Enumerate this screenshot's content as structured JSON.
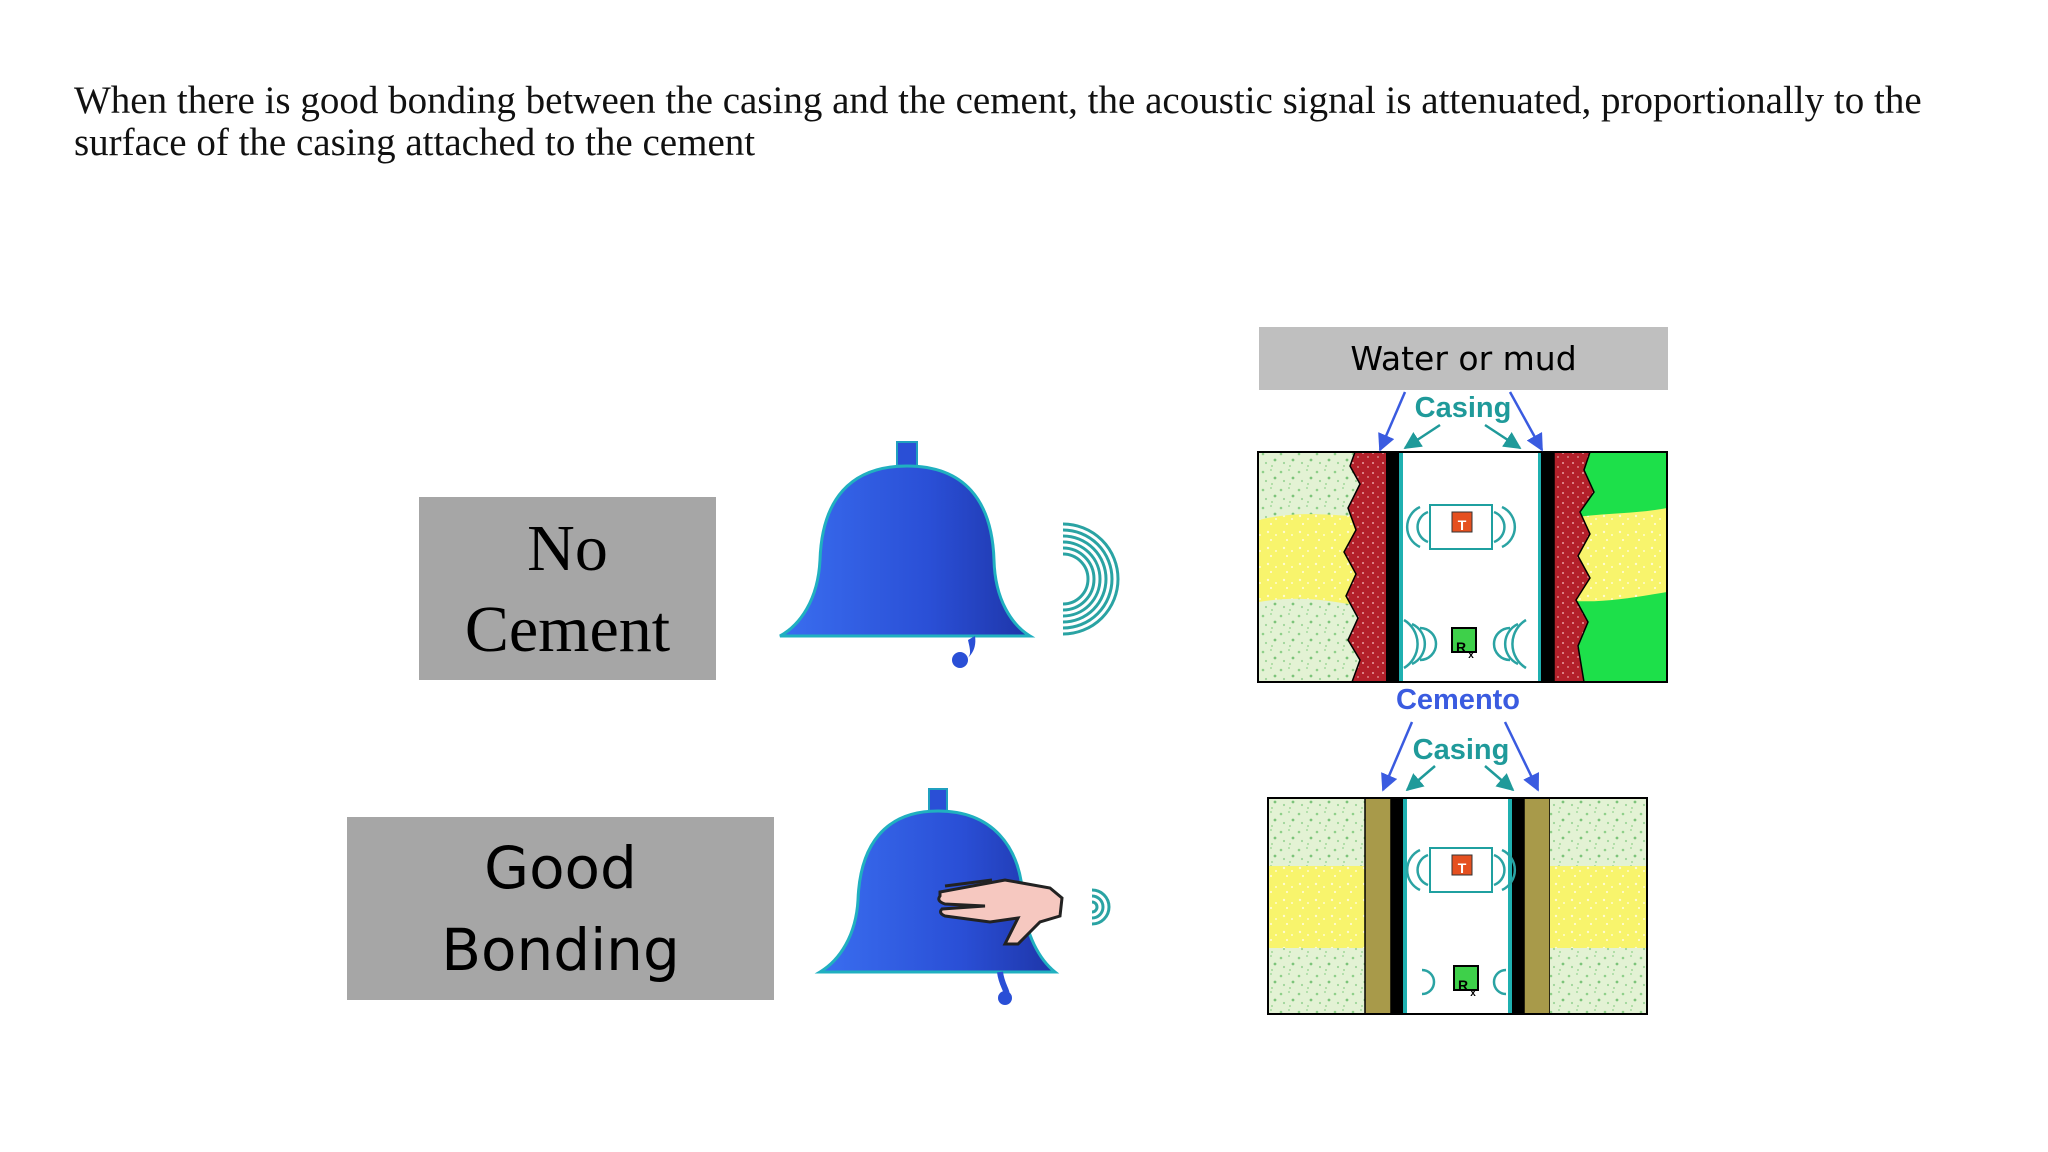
{
  "caption": "When there is good bonding between the casing and the cement, the acoustic signal is attenuated, proportionally to the surface of the casing attached to the cement",
  "labels": {
    "no_cement": "No\nCement",
    "good_bonding": "Good\nBonding"
  },
  "diagram": {
    "water_or_mud": "Water or mud",
    "casing_top": "Casing",
    "cemento": "Cemento",
    "casing_bottom": "Casing",
    "transmitter": "T",
    "receiver": "R",
    "receiver_sub": "x"
  },
  "colors": {
    "bell_blue": "#2a4fd6",
    "wave_teal": "#2aa3a3",
    "label_box_gray": "#a6a6a6",
    "formation_green_light": "#dff0cf",
    "formation_yellow": "#f7f36e",
    "cement_red": "#b3202a",
    "cement_bright_green": "#1de04a",
    "cement_bond_olive": "#a89a4a"
  }
}
